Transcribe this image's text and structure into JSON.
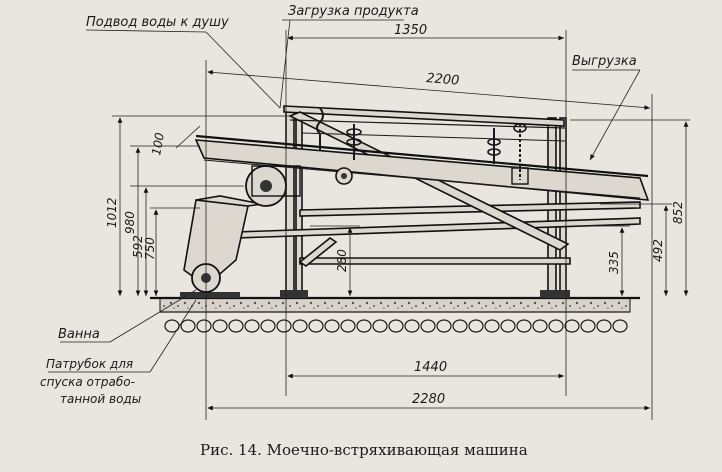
{
  "labels": {
    "water_supply": "Подвод воды к душу",
    "product_loading": "Загрузка продукта",
    "unloading": "Выгрузка",
    "bath": "Ванна",
    "drain_line1": "Патрубок для",
    "drain_line2": "спуска отрабо-",
    "drain_line3": "танной воды"
  },
  "dimensions": {
    "d1350": "1350",
    "d2200": "2200",
    "d100": "100",
    "d1012": "1012",
    "d980": "980",
    "d592": "592",
    "d750": "750",
    "d280": "280",
    "d335": "335",
    "d492": "492",
    "d852": "852",
    "d1440": "1440",
    "d2280": "2280"
  },
  "caption": "Рис. 14. Моечно-встряхивающая машина"
}
